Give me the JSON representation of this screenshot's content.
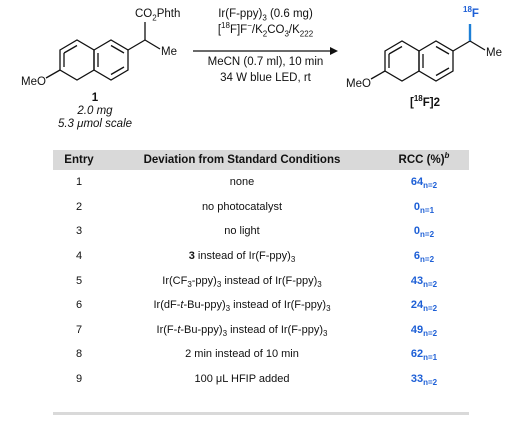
{
  "scheme": {
    "sm_group": "CO",
    "sm_group_sub": "2",
    "sm_group_tail": "Phth",
    "sm_me": "Me",
    "sm_meo": "MeO",
    "sm_number": "1",
    "sm_mass": "2.0 mg",
    "sm_scale": "5.3 μmol scale",
    "cond1_pre": "Ir(F-ppy)",
    "cond1_sub": "3",
    "cond1_post": " (0.6 mg)",
    "cond2_iso": "18",
    "cond2_a": "F",
    "cond2_minus": "−",
    "cond2_b": "/K",
    "cond2_sub1": "2",
    "cond2_c": "CO",
    "cond2_sub2": "3",
    "cond2_d": "/K",
    "cond2_sub3": "222",
    "cond3": "MeCN (0.7 ml), 10 min",
    "cond4": "34 W blue LED, rt",
    "prod_iso": "18",
    "prod_f": "F",
    "prod_me": "Me",
    "prod_meo": "MeO",
    "prod_label_iso": "18",
    "prod_label_a": "F",
    "prod_label_b": "2",
    "colors": {
      "accent": "#1d5fd6",
      "bond_f": "#1d7fd6",
      "header_bg": "#d9d9d9"
    }
  },
  "table": {
    "headers": {
      "entry": "Entry",
      "deviation": "Deviation from Standard Conditions",
      "rcc": "RCC (%)",
      "rcc_sup": "b"
    },
    "rows": [
      {
        "entry": "1",
        "dev": {
          "pre": "none"
        },
        "rcc": "64",
        "n": "n=2"
      },
      {
        "entry": "2",
        "dev": {
          "pre": "no photocatalyst"
        },
        "rcc": "0",
        "n": "n=1"
      },
      {
        "entry": "3",
        "dev": {
          "pre": "no light"
        },
        "rcc": "0",
        "n": "n=2"
      },
      {
        "entry": "4",
        "dev": {
          "bold": "3",
          "pre": " instead of Ir(F-ppy)",
          "sub": "3"
        },
        "rcc": "6",
        "n": "n=2"
      },
      {
        "entry": "5",
        "dev": {
          "pre": "Ir(CF",
          "sub": "3",
          "mid": "-ppy)",
          "sub2": "3",
          "post": " instead of Ir(F-ppy)",
          "sub3": "3"
        },
        "rcc": "43",
        "n": "n=2"
      },
      {
        "entry": "6",
        "dev": {
          "pre": "Ir(dF-",
          "it": "t",
          "mid": "-Bu-ppy)",
          "sub2": "3",
          "post": " instead of Ir(F-ppy)",
          "sub3": "3"
        },
        "rcc": "24",
        "n": "n=2"
      },
      {
        "entry": "7",
        "dev": {
          "pre": "Ir(F-",
          "it": "t",
          "mid": "-Bu-ppy)",
          "sub2": "3",
          "post": " instead of Ir(F-ppy)",
          "sub3": "3"
        },
        "rcc": "49",
        "n": "n=2"
      },
      {
        "entry": "8",
        "dev": {
          "pre": "2 min instead of 10 min"
        },
        "rcc": "62",
        "n": "n=1"
      },
      {
        "entry": "9",
        "dev": {
          "pre": "100 μL HFIP added"
        },
        "rcc": "33",
        "n": "n=2"
      }
    ]
  }
}
